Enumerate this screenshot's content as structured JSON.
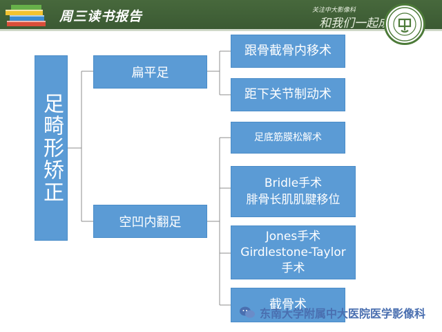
{
  "header": {
    "title": "周三读书报告",
    "motto_line1": "关注中大影像科",
    "motto_line2": "和我们一起成长"
  },
  "diagram": {
    "root": "足畸形矫正",
    "branches": [
      {
        "label": "扁平足",
        "children": [
          "跟骨截骨内移术",
          "距下关节制动术"
        ]
      },
      {
        "label": "空凹内翻足",
        "children": [
          "足底筋膜松解术",
          "Bridle手术\n腓骨长肌肌腱移位",
          "Jones手术\nGirdlestone-Taylor\n手术",
          "截骨术"
        ]
      }
    ]
  },
  "watermark": {
    "text": "东南大学附属中大医院医学影像科"
  },
  "colors": {
    "box": "#5b9bd5",
    "banner": "#47683c",
    "lines": "#7f7f7f"
  }
}
